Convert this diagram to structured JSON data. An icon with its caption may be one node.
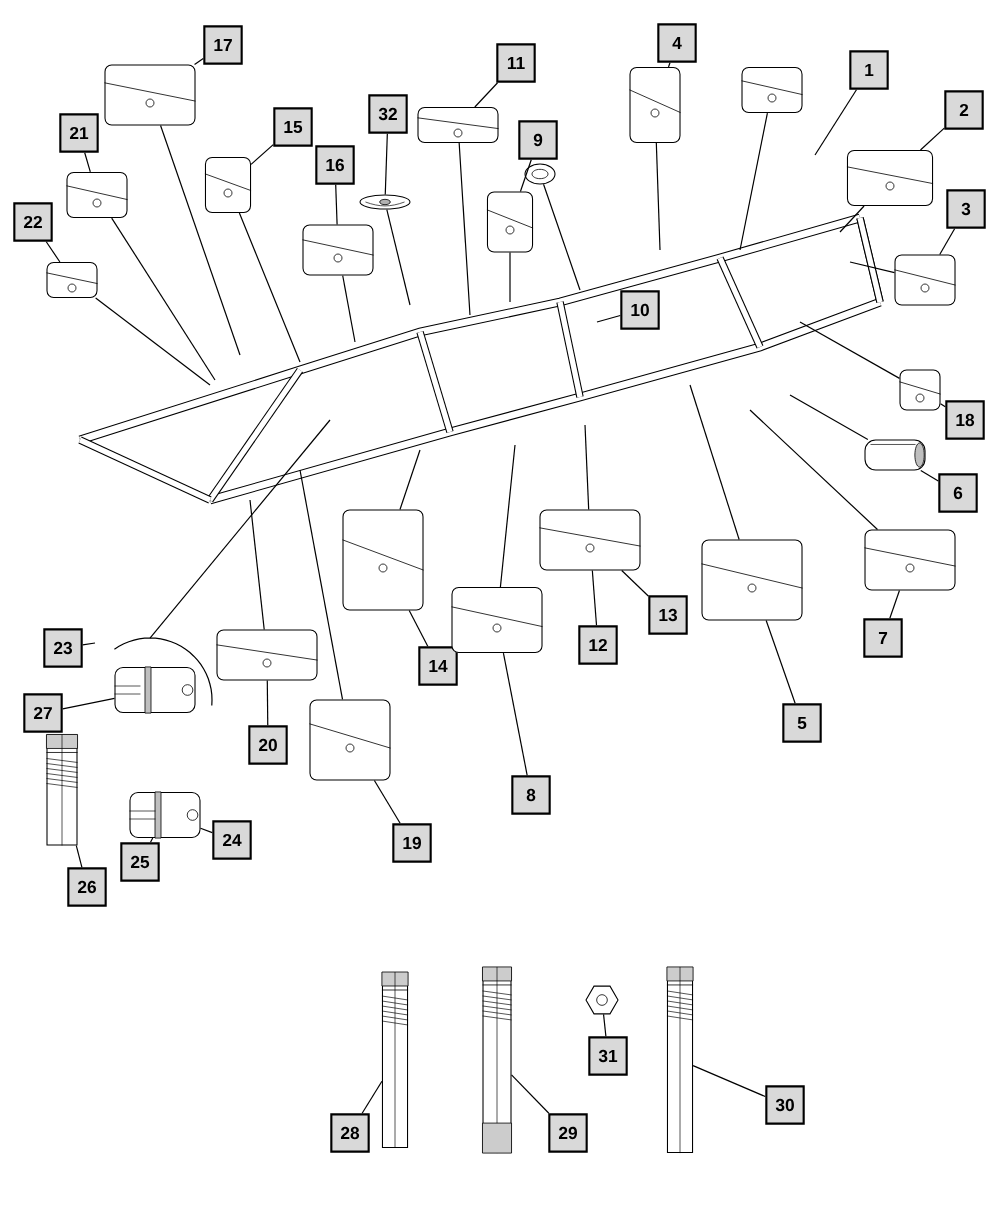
{
  "diagram": {
    "nodes": [
      {
        "text": [
          "1"
        ]
      },
      {
        "text": [
          "2"
        ]
      },
      {
        "text": [
          "3"
        ]
      },
      {
        "text": [
          "4"
        ]
      },
      {
        "text": [
          "5"
        ]
      },
      {
        "text": [
          "6"
        ]
      },
      {
        "text": [
          "7"
        ]
      },
      {
        "text": [
          "8"
        ]
      },
      {
        "text": [
          "9"
        ]
      },
      {
        "text": [
          "10"
        ]
      },
      {
        "text": [
          "11"
        ]
      },
      {
        "text": [
          "12"
        ]
      },
      {
        "text": [
          "13"
        ]
      },
      {
        "text": [
          "14"
        ]
      },
      {
        "text": [
          "15"
        ]
      },
      {
        "text": [
          "16"
        ]
      },
      {
        "text": [
          "17"
        ]
      },
      {
        "text": [
          "18"
        ]
      },
      {
        "text": [
          "19"
        ]
      },
      {
        "text": [
          "20"
        ]
      },
      {
        "text": [
          "21"
        ]
      },
      {
        "text": [
          "22"
        ]
      },
      {
        "text": [
          "23"
        ]
      },
      {
        "text": [
          "24"
        ]
      },
      {
        "text": [
          "25"
        ]
      },
      {
        "text": [
          "26"
        ]
      },
      {
        "text": [
          "27"
        ]
      },
      {
        "text": [
          "28"
        ]
      },
      {
        "text": [
          "29"
        ]
      },
      {
        "text": [
          "30"
        ]
      },
      {
        "text": [
          "31"
        ]
      },
      {
        "text": [
          "32"
        ]
      },
      {
        "text": [],
        "shape": "picture"
      },
      {
        "text": [],
        "shape": "picture"
      },
      {
        "text": [],
        "shape": "picture"
      },
      {
        "text": [],
        "shape": "picture"
      },
      {
        "text": [],
        "shape": "picture"
      },
      {
        "text": [],
        "shape": "picture"
      },
      {
        "text": [],
        "shape": "picture"
      },
      {
        "text": [],
        "shape": "picture"
      },
      {
        "text": [],
        "shape": "picture"
      },
      {
        "text": [],
        "shape": "picture"
      },
      {
        "text": [],
        "shape": "picture"
      },
      {
        "text": [],
        "shape": "picture"
      },
      {
        "text": [],
        "shape": "picture"
      },
      {
        "text": [],
        "shape": "picture"
      },
      {
        "text": [],
        "shape": "picture"
      },
      {
        "text": [],
        "shape": "picture"
      },
      {
        "text": [],
        "shape": "picture"
      },
      {
        "text": [],
        "shape": "picture"
      },
      {
        "text": [],
        "shape": "picture"
      },
      {
        "text": [],
        "shape": "picture"
      },
      {
        "text": [],
        "shape": "picture"
      },
      {
        "text": [],
        "shape": "picture"
      },
      {
        "text": [],
        "shape": "picture"
      },
      {
        "text": [],
        "shape": "picture"
      },
      {
        "text": [],
        "shape": "picture"
      },
      {
        "text": [],
        "shape": "picture"
      },
      {
        "text": [],
        "shape": "picture"
      },
      {
        "text": [],
        "shape": "picture"
      },
      {
        "text": [],
        "shape": "picture"
      }
    ],
    "edges": [
      {
        "from": 16,
        "to": 32,
        "arrow": "none"
      },
      {
        "from": 20,
        "to": 33,
        "arrow": "none"
      },
      {
        "from": 21,
        "to": 34,
        "arrow": "none"
      },
      {
        "from": 14,
        "to": 35,
        "arrow": "none"
      },
      {
        "from": 15,
        "to": 36,
        "arrow": "none"
      },
      {
        "from": 31,
        "to": 37,
        "arrow": "none"
      },
      {
        "from": 10,
        "to": 38,
        "arrow": "none"
      },
      {
        "from": 8,
        "to": 39,
        "arrow": "none"
      },
      {
        "from": 3,
        "to": 41,
        "arrow": "none"
      },
      {
        "from": 1,
        "to": 43,
        "arrow": "none"
      },
      {
        "from": 2,
        "to": 44,
        "arrow": "none"
      },
      {
        "from": 17,
        "to": 45,
        "arrow": "none"
      },
      {
        "from": 5,
        "to": 46,
        "arrow": "none"
      },
      {
        "from": 6,
        "to": 47,
        "arrow": "none"
      },
      {
        "from": 4,
        "to": 48,
        "arrow": "none"
      },
      {
        "from": 11,
        "to": 49,
        "arrow": "none"
      },
      {
        "from": 12,
        "to": 49,
        "arrow": "none"
      },
      {
        "from": 7,
        "to": 50,
        "arrow": "none"
      },
      {
        "from": 13,
        "to": 51,
        "arrow": "none"
      },
      {
        "from": 18,
        "to": 52,
        "arrow": "none"
      },
      {
        "from": 19,
        "to": 53,
        "arrow": "none"
      },
      {
        "from": 26,
        "to": 54,
        "arrow": "none"
      },
      {
        "from": 25,
        "to": 55,
        "arrow": "none"
      },
      {
        "from": 23,
        "to": 56,
        "arrow": "none"
      },
      {
        "from": 24,
        "to": 56,
        "arrow": "none"
      },
      {
        "from": 27,
        "to": 57,
        "arrow": "none"
      },
      {
        "from": 28,
        "to": 58,
        "arrow": "none"
      },
      {
        "from": 30,
        "to": 59,
        "arrow": "none"
      },
      {
        "from": 29,
        "to": 60,
        "arrow": "none"
      },
      {
        "from": 0,
        "to": null,
        "arrow": "none"
      },
      {
        "from": 9,
        "to": null,
        "arrow": "none"
      },
      {
        "from": 22,
        "to": null,
        "arrow": "none"
      },
      {
        "from": 32,
        "to": null,
        "arrow": "none"
      },
      {
        "from": 33,
        "to": null,
        "arrow": "none"
      },
      {
        "from": 34,
        "to": null,
        "arrow": "none"
      },
      {
        "from": 35,
        "to": null,
        "arrow": "none"
      },
      {
        "from": 36,
        "to": null,
        "arrow": "none"
      },
      {
        "from": 37,
        "to": null,
        "arrow": "none"
      },
      {
        "from": 38,
        "to": null,
        "arrow": "none"
      },
      {
        "from": 39,
        "to": null,
        "arrow": "none"
      },
      {
        "from": 40,
        "to": null,
        "arrow": "none"
      },
      {
        "from": 41,
        "to": null,
        "arrow": "none"
      },
      {
        "from": 42,
        "to": null,
        "arrow": "none"
      },
      {
        "from": 43,
        "to": null,
        "arrow": "none"
      },
      {
        "from": 44,
        "to": null,
        "arrow": "none"
      },
      {
        "from": 45,
        "to": null,
        "arrow": "none"
      },
      {
        "from": 46,
        "to": null,
        "arrow": "none"
      },
      {
        "from": 47,
        "to": null,
        "arrow": "none"
      },
      {
        "from": 48,
        "to": null,
        "arrow": "none"
      },
      {
        "from": 49,
        "to": null,
        "arrow": "none"
      },
      {
        "from": 50,
        "to": null,
        "arrow": "none"
      },
      {
        "from": 51,
        "to": null,
        "arrow": "none"
      },
      {
        "from": 52,
        "to": null,
        "arrow": "none"
      },
      {
        "from": 53,
        "to": null,
        "arrow": "none"
      }
    ]
  }
}
